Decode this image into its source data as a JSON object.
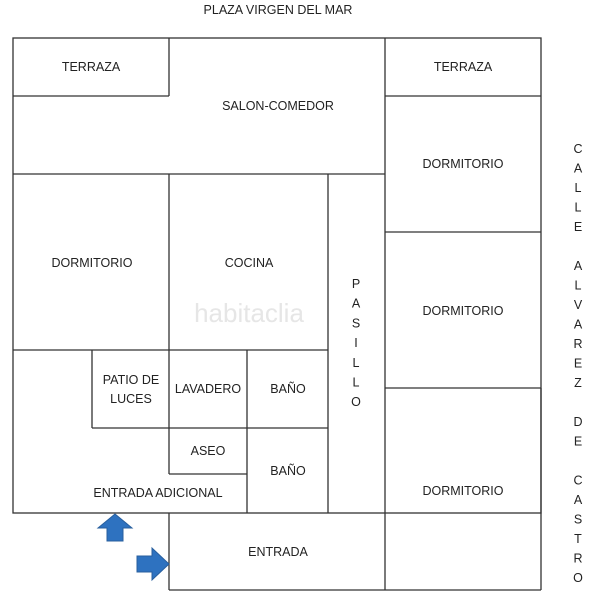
{
  "street_top": "PLAZA VIRGEN DEL MAR",
  "street_right": "CALLE ALVAREZ DE CASTRO",
  "watermark": "habitaclia",
  "rooms": {
    "terraza_left": "TERRAZA",
    "terraza_right": "TERRAZA",
    "salon_comedor": "SALON-COMEDOR",
    "dormitorio_right_1": "DORMITORIO",
    "dormitorio_right_2": "DORMITORIO",
    "dormitorio_right_3": "DORMITORIO",
    "dormitorio_left": "DORMITORIO",
    "cocina": "COCINA",
    "pasillo": "PASILLO",
    "patio_line1": "PATIO DE",
    "patio_line2": "LUCES",
    "lavadero": "LAVADERO",
    "bano_1": "BAÑO",
    "bano_2": "BAÑO",
    "aseo": "ASEO",
    "entrada_adicional": "ENTRADA ADICIONAL",
    "entrada": "ENTRADA"
  },
  "colors": {
    "arrow": "#2e72c0",
    "wall": "#333333"
  }
}
